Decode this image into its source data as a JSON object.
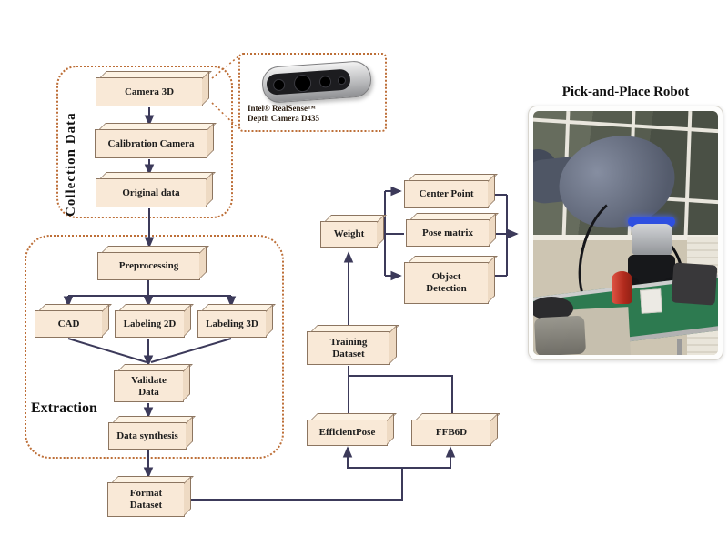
{
  "title": "Pick-and-Place Robot",
  "groups": {
    "collection": "Collection Data",
    "extraction": "Extraction"
  },
  "nodes": {
    "camera_3d": "Camera 3D",
    "calibration_camera": "Calibration Camera",
    "original_data": "Original data",
    "preprocessing": "Preprocessing",
    "cad": "CAD",
    "labeling_2d": "Labeling 2D",
    "labeling_3d": "Labeling 3D",
    "validate_data": "Validate\nData",
    "data_synthesis": "Data synthesis",
    "format_dataset": "Format\nDataset",
    "training_dataset": "Training\nDataset",
    "efficientpose": "EfficientPose",
    "ffb6d": "FFB6D",
    "weight": "Weight",
    "center_point": "Center Point",
    "pose_matrix": "Pose matrix",
    "object_detection": "Object\nDetection"
  },
  "camera_callout": {
    "caption_line1": "Intel® RealSense™",
    "caption_line2": "Depth Camera D435"
  },
  "colors": {
    "node_fill": "#f9e9d7",
    "node_border": "#8c7560",
    "connector": "#3c3a5a",
    "group_border": "#bd6f38"
  }
}
